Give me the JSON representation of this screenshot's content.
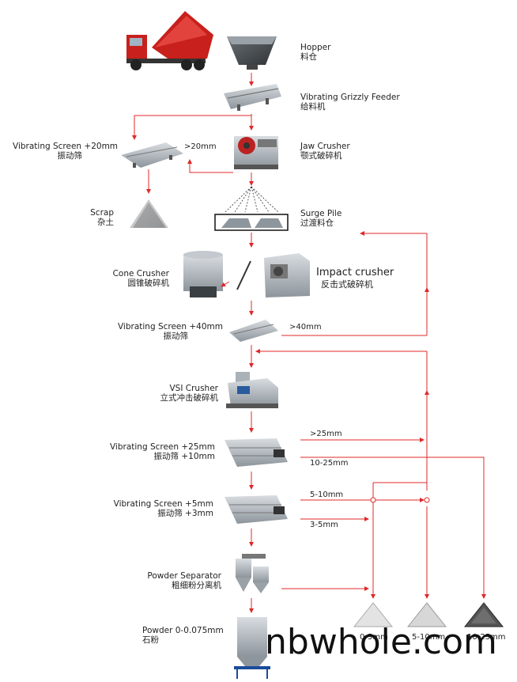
{
  "stages": {
    "hopper": {
      "en": "Hopper",
      "zh": "料仓"
    },
    "feeder": {
      "en": "Vibrating Grizzly Feeder",
      "zh": "给料机"
    },
    "jaw": {
      "en": "Jaw Crusher",
      "zh": "颚式破碎机"
    },
    "screen1": {
      "en": "Vibrating Screen  +20mm",
      "zh": "振动筛"
    },
    "scrap": {
      "en": "Scrap",
      "zh": "杂土"
    },
    "surge": {
      "en": "Surge Pile",
      "zh": "过渡料仓"
    },
    "cone": {
      "en": "Cone Crusher",
      "zh": "圆锥破碎机"
    },
    "impact": {
      "en": "Impact crusher",
      "zh": "反击式破碎机"
    },
    "screen2": {
      "en": "Vibrating Screen  +40mm",
      "zh": "振动筛"
    },
    "vsi": {
      "en": "VSI Crusher",
      "zh": "立式冲击破碎机"
    },
    "screen3": {
      "en": "Vibrating Screen  +25mm",
      "zh": "振动筛  +10mm"
    },
    "screen4": {
      "en": "Vibrating Screen  +5mm",
      "zh": "振动筛  +3mm"
    },
    "separator": {
      "en": "Powder Separator",
      "zh": "粗细粉分离机"
    },
    "powder": {
      "en": "Powder  0-0.075mm",
      "zh": "石粉"
    }
  },
  "sizes": {
    "gt20": ">20mm",
    "gt40": ">40mm",
    "gt25": ">25mm",
    "s10_25": "10-25mm",
    "s5_10": "5-10mm",
    "s3_5": "3-5mm"
  },
  "piles": [
    "0-5mm",
    "5-10mm",
    "10-25mm"
  ],
  "watermark": "nbwhole.com",
  "colors": {
    "arrow": "#e0282a",
    "machine": "#9aa3ab",
    "truck_red": "#c8201c"
  }
}
